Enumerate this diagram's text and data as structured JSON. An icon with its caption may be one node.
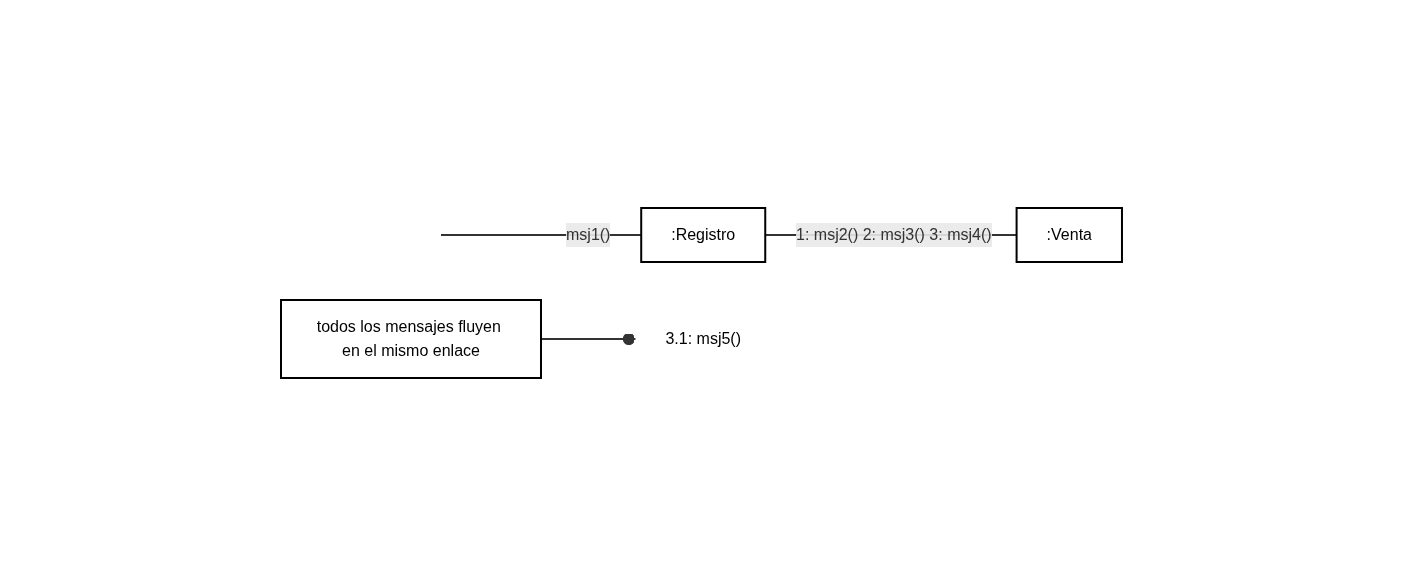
{
  "diagram": {
    "nodes": [
      {
        "text": [
          ":Registro"
        ]
      },
      {
        "text": [
          ":Venta"
        ]
      },
      {
        "text": [
          "3.1: msj5()"
        ]
      },
      {
        "text": [
          "todos los mensajes fluyen en el mismo enlace"
        ]
      }
    ],
    "edges": [
      {
        "from": null,
        "to": 0,
        "arrow": "none",
        "label": "msj1()"
      },
      {
        "from": 0,
        "to": 1,
        "arrow": "none",
        "label": "1: msj2() 2: msj3() 3: msj4()"
      },
      {
        "from": 3,
        "to": 2,
        "arrow": "other"
      }
    ]
  }
}
